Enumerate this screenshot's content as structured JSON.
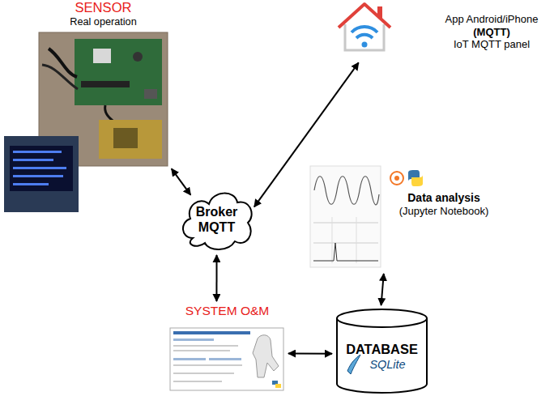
{
  "diagram": {
    "nodes": [
      {
        "text": [
          "SENSOR",
          "Real operation"
        ]
      },
      {
        "text": [
          "App Android/iPhone",
          "(MQTT)",
          "IoT MQTT panel"
        ]
      },
      {
        "text": [
          "Broker MQTT"
        ]
      },
      {
        "text": [
          "Data analysis",
          "(Jupyter Notebook)"
        ]
      },
      {
        "text": [
          "SYSTEM O&M"
        ]
      },
      {
        "text": [
          "DATABASE",
          "SQLite"
        ]
      }
    ],
    "edges": [
      {
        "from": 0,
        "to": 2,
        "arrow": "both"
      },
      {
        "from": 1,
        "to": 2,
        "arrow": "both"
      },
      {
        "from": 2,
        "to": 4,
        "arrow": "both"
      },
      {
        "from": 4,
        "to": 5,
        "arrow": "both"
      },
      {
        "from": 5,
        "to": 3,
        "arrow": "both"
      }
    ]
  }
}
